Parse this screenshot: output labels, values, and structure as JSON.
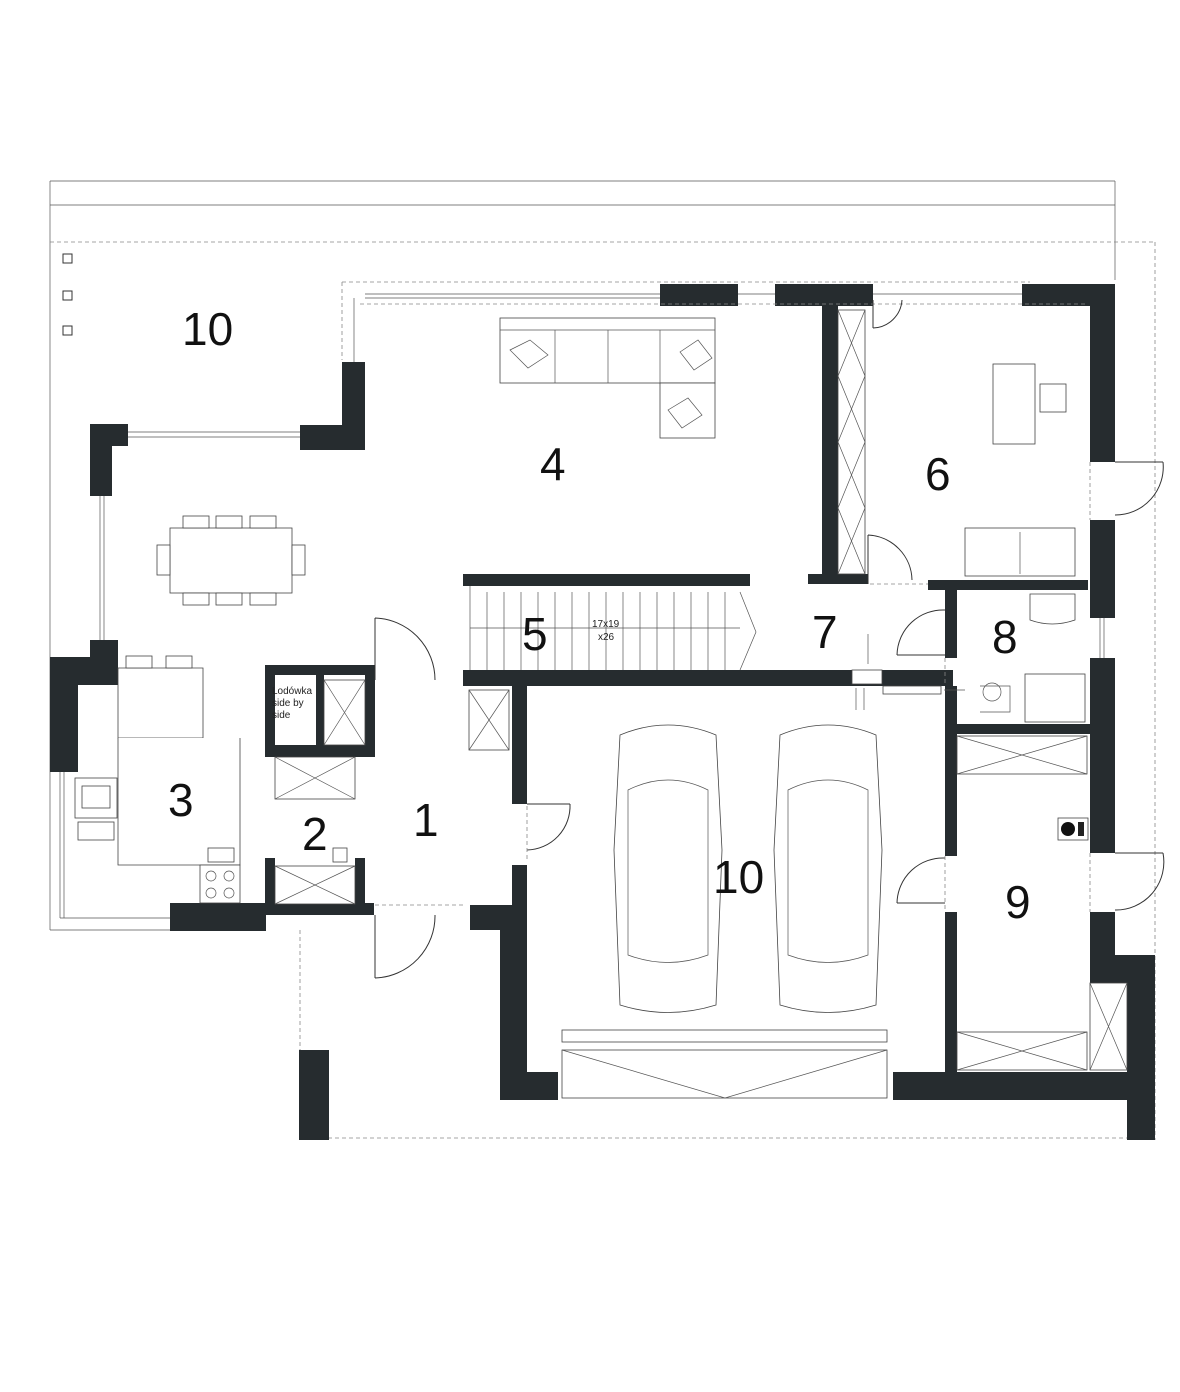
{
  "rooms": {
    "r1": "1",
    "r2": "2",
    "r3": "3",
    "r4": "4",
    "r5": "5",
    "r6": "6",
    "r7": "7",
    "r8": "8",
    "r9": "9",
    "r10_terrace": "10",
    "r10_garage": "10"
  },
  "notes": {
    "stairs_line1": "17x19",
    "stairs_line2": "x26",
    "fridge_line1": "Lodówka",
    "fridge_line2": "side by",
    "fridge_line3": "side"
  },
  "colors": {
    "wall": "#262c2f",
    "line": "#333333",
    "background": "#ffffff"
  }
}
